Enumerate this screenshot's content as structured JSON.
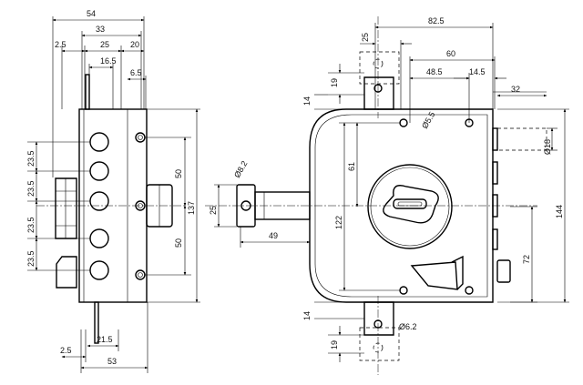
{
  "left_view": {
    "dims": {
      "d54": "54",
      "d33": "33",
      "d2_5_top": "2.5",
      "d25_top": "25",
      "d20": "20",
      "d16_5": "16.5",
      "d6_5": "6.5",
      "d23_5_a": "23.5",
      "d23_5_b": "23.5",
      "d23_5_c": "23.5",
      "d23_5_d": "23.5",
      "d50_a": "50",
      "d50_b": "50",
      "d137": "137",
      "d2_5_bot": "2.5",
      "d21_5": "21.5",
      "d53": "53"
    }
  },
  "right_view": {
    "dims": {
      "d82_5": "82.5",
      "d25_top": "25",
      "d60": "60",
      "d19_top": "19",
      "d48_5": "48.5",
      "d14_5": "14.5",
      "d32": "32",
      "d14_top": "14",
      "d5_5": "Ø5.5",
      "d18": "Ø18",
      "d8_2": "Ø8.2",
      "d61": "61",
      "d25_left": "25",
      "d49": "49",
      "d122": "122",
      "d144": "144",
      "d72": "72",
      "d14_bot": "14",
      "d6_2": "Ø6.2",
      "d19_bot": "19"
    }
  }
}
